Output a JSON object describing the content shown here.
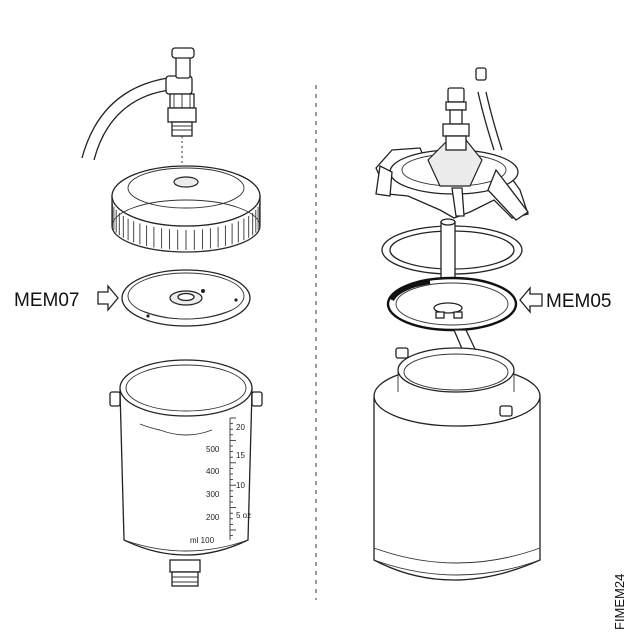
{
  "labels": {
    "left_part": "MEM07",
    "right_part": "MEM05",
    "figure_code": "FIMEM24"
  },
  "cup_scale": {
    "ml_values": [
      "500",
      "400",
      "300",
      "200",
      "ml 100"
    ],
    "oz_values": [
      "20",
      "15",
      "10",
      "5 oz"
    ]
  }
}
